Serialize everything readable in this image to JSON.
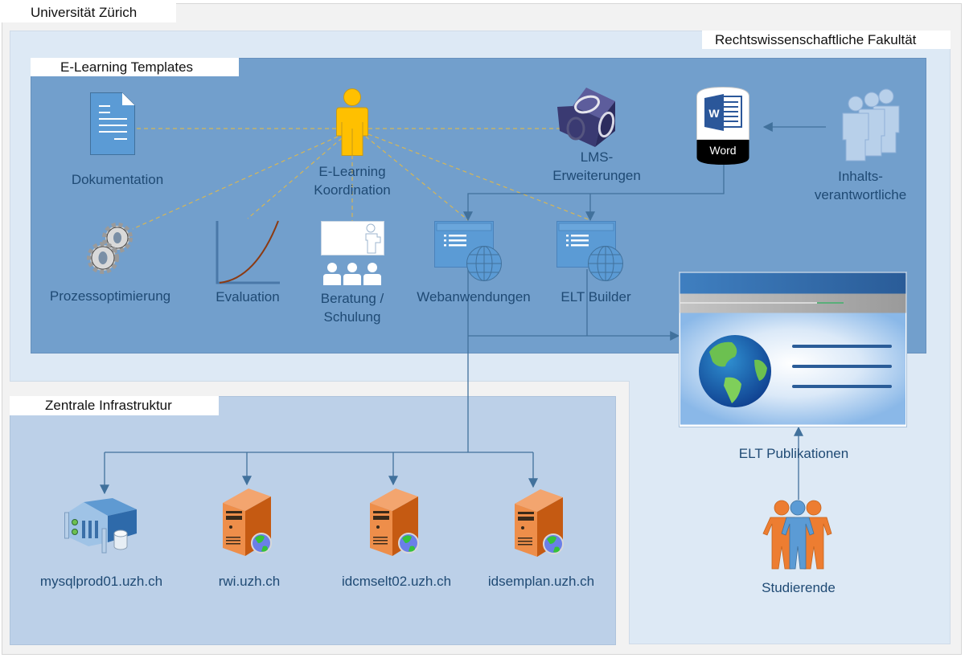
{
  "regions": {
    "university": {
      "label": "Universität Zürich"
    },
    "faculty": {
      "label": "Rechtswissenschaftliche Fakultät"
    },
    "elearning": {
      "label": "E-Learning Templates"
    },
    "infrastructure": {
      "label": "Zentrale Infrastruktur"
    }
  },
  "nodes": {
    "dokumentation": {
      "lines": [
        "Dokumentation"
      ],
      "icon": "document-icon"
    },
    "koordination": {
      "lines": [
        "E-Learning",
        "Koordination"
      ],
      "icon": "person-icon"
    },
    "lms": {
      "lines": [
        "LMS-",
        "Erweiterungen"
      ],
      "icon": "cube-icon"
    },
    "word": {
      "badge": "Word",
      "icon": "word-document-icon"
    },
    "inhalt": {
      "lines": [
        "Inhalts-",
        "verantwortliche"
      ],
      "icon": "people-group-icon"
    },
    "prozess": {
      "lines": [
        "Prozessoptimierung"
      ],
      "icon": "gears-icon"
    },
    "evaluation": {
      "lines": [
        "Evaluation"
      ],
      "icon": "growth-curve-icon"
    },
    "beratung": {
      "lines": [
        "Beratung /",
        "Schulung"
      ],
      "icon": "presentation-icon"
    },
    "webanwendungen": {
      "lines": [
        "Webanwendungen"
      ],
      "icon": "web-app-icon"
    },
    "eltbuilder": {
      "lines": [
        "ELT Builder"
      ],
      "icon": "web-app-icon"
    },
    "publikationen": {
      "lines": [
        "ELT Publikationen"
      ],
      "icon": "web-page-globe-icon"
    },
    "studierende": {
      "lines": [
        "Studierende"
      ],
      "icon": "students-group-icon"
    }
  },
  "servers": [
    {
      "label": "mysqlprod01.uzh.ch",
      "icon": "database-server-icon"
    },
    {
      "label": "rwi.uzh.ch",
      "icon": "web-server-icon"
    },
    {
      "label": "idcmselt02.uzh.ch",
      "icon": "web-server-icon"
    },
    {
      "label": "idsemplan.uzh.ch",
      "icon": "web-server-icon"
    }
  ],
  "colors": {
    "university_bg": "#f2f2f2",
    "faculty_bg": "#dde9f5",
    "elearning_bg": "#729fcc",
    "infrastructure_bg": "#bcd0e8",
    "connector": "#41719c",
    "dashed_link": "#d6b656",
    "label_text": "#1f4a74"
  }
}
